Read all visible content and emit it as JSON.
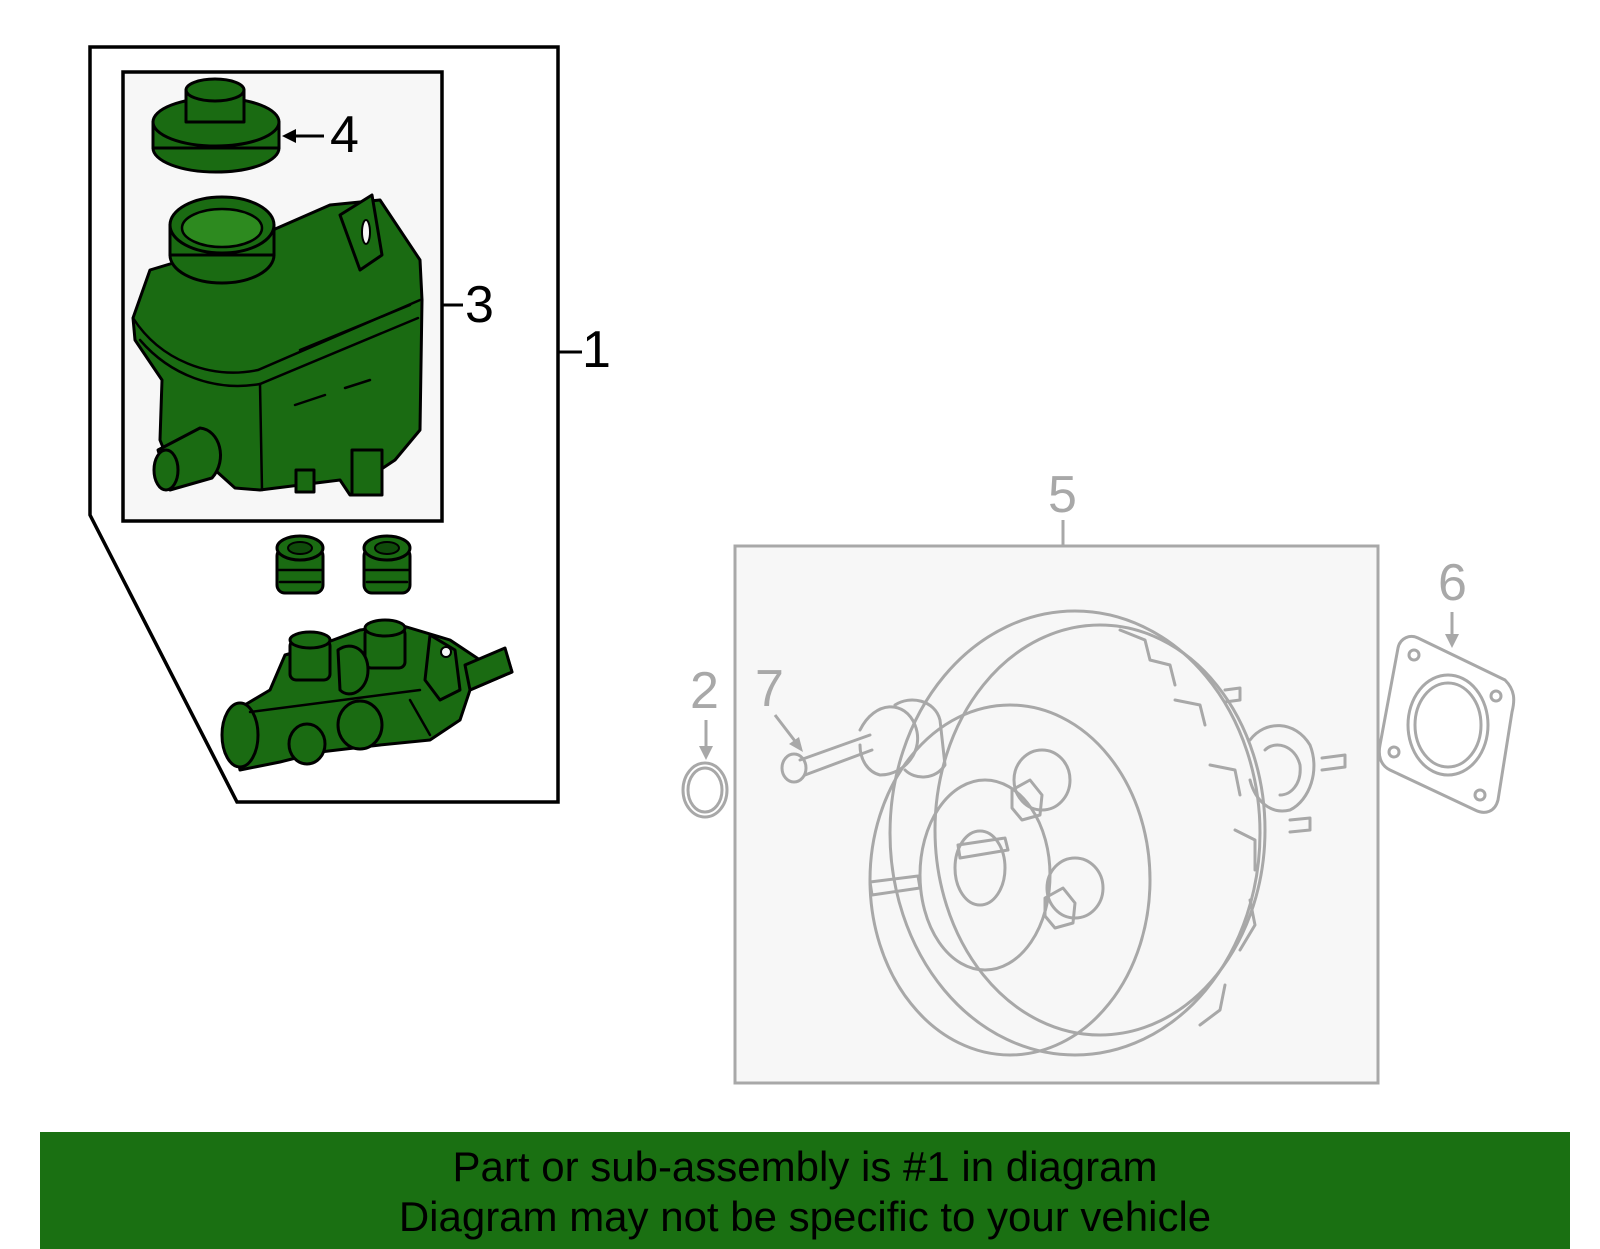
{
  "diagram": {
    "callouts": {
      "c1": "1",
      "c2": "2",
      "c3": "3",
      "c4": "4",
      "c5": "5",
      "c6": "6",
      "c7": "7"
    },
    "colors": {
      "highlight_part": "#1a6b12",
      "banner_background": "#1a7012",
      "inactive_part": "#a8a8a8",
      "box_fill": "#f7f7f7"
    }
  },
  "banner": {
    "line1": "Part or sub-assembly is #1 in diagram",
    "line2": "Diagram may not be specific to your vehicle"
  }
}
